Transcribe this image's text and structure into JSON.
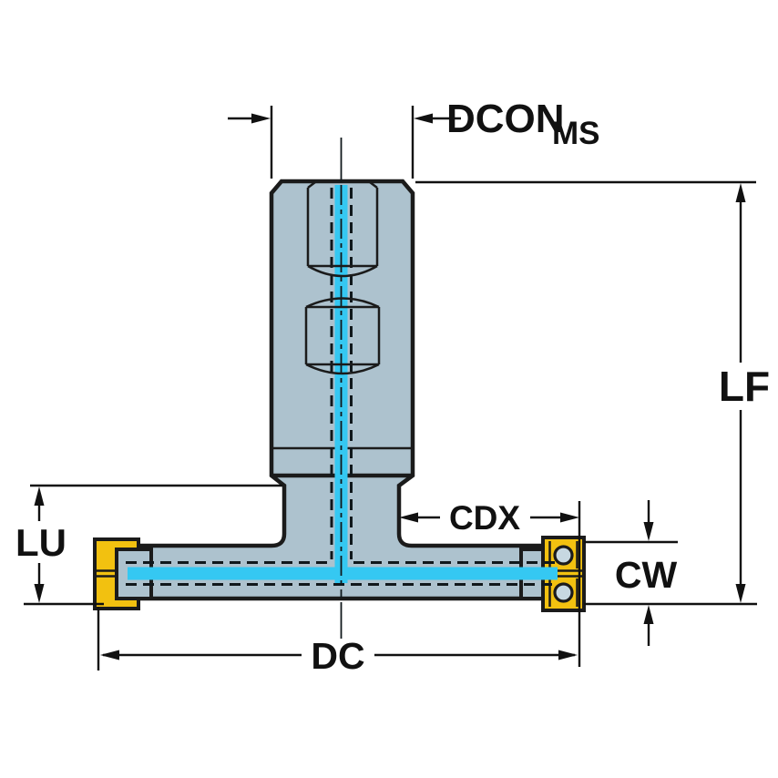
{
  "drawing": {
    "type": "tool-dimension-diagram",
    "labels": {
      "dcon_main": "DCON",
      "dcon_sub": "MS",
      "lf": "LF",
      "lu": "LU",
      "cdx": "CDX",
      "cw": "CW",
      "dc": "DC"
    },
    "colors": {
      "background": "#ffffff",
      "outline": "#1b1b1b",
      "body": "#adc2ce",
      "coolant": "#35c8f2",
      "insert_yellow": "#f2c110",
      "screw_hole": "#c7d8e1",
      "dimension": "#111111"
    }
  }
}
